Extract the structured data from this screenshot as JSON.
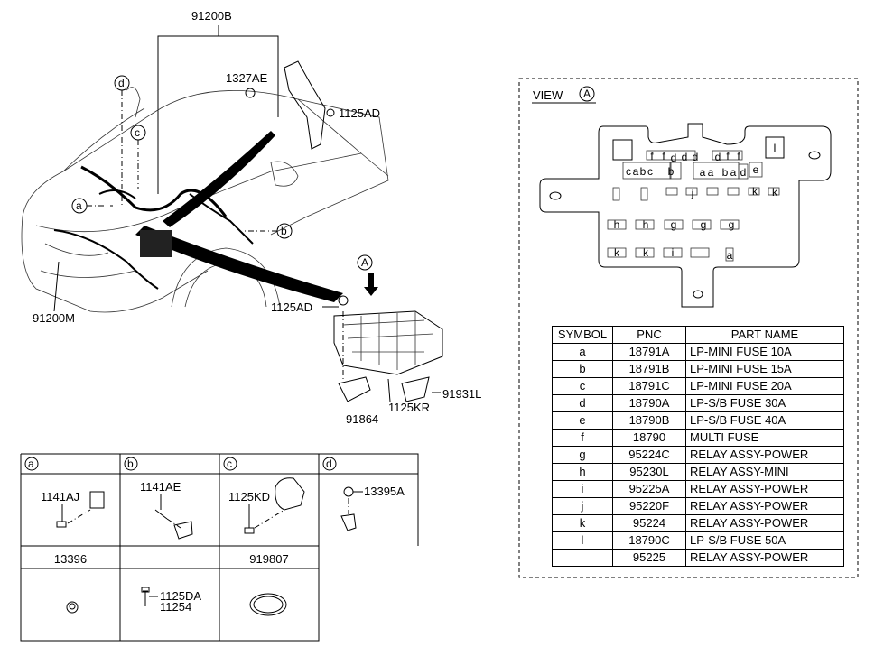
{
  "main_labels": {
    "harness_top": "91200B",
    "harness_front": "91200M",
    "nut_top": "1327AE",
    "bolt_top": "1125AD",
    "bolt_box": "1125AD",
    "bracket_right": "91931L",
    "bolt_kr": "1125KR",
    "bracket_left": "91864",
    "view_callout": "A",
    "callouts": [
      "a",
      "b",
      "c",
      "d"
    ]
  },
  "view": {
    "title": "VIEW",
    "callout": "A",
    "fuse_slots": [
      "f",
      "f",
      "d",
      "d",
      "d",
      "d",
      "f",
      "f",
      "l",
      "c",
      "a",
      "b",
      "c",
      "b",
      "a",
      "a",
      "b",
      "a",
      "d",
      "e",
      "j",
      "k",
      "k",
      "h",
      "h",
      "g",
      "g",
      "g",
      "k",
      "k",
      "i",
      "a"
    ]
  },
  "parts_table": {
    "headers": [
      "SYMBOL",
      "PNC",
      "PART NAME"
    ],
    "rows": [
      [
        "a",
        "18791A",
        "LP-MINI FUSE 10A"
      ],
      [
        "b",
        "18791B",
        "LP-MINI FUSE 15A"
      ],
      [
        "c",
        "18791C",
        "LP-MINI FUSE 20A"
      ],
      [
        "d",
        "18790A",
        "LP-S/B FUSE 30A"
      ],
      [
        "e",
        "18790B",
        "LP-S/B FUSE 40A"
      ],
      [
        "f",
        "18790",
        "MULTI FUSE"
      ],
      [
        "g",
        "95224C",
        "RELAY ASSY-POWER"
      ],
      [
        "h",
        "95230L",
        "RELAY ASSY-MINI"
      ],
      [
        "i",
        "95225A",
        "RELAY ASSY-POWER"
      ],
      [
        "j",
        "95220F",
        "RELAY ASSY-POWER"
      ],
      [
        "k",
        "95224",
        "RELAY ASSY-POWER"
      ],
      [
        "l",
        "18790C",
        "LP-S/B FUSE 50A"
      ],
      [
        "",
        "95225",
        "RELAY ASSY-POWER"
      ]
    ]
  },
  "detail_grid": {
    "headers": [
      "a",
      "b",
      "c",
      "d"
    ],
    "cells": {
      "a": "1141AJ",
      "b": "1141AE",
      "c": "1125KD",
      "d": "13395A"
    },
    "lower_headers": [
      "13396",
      "",
      "919807"
    ],
    "lower_b": [
      "1125DA",
      "11254"
    ]
  }
}
